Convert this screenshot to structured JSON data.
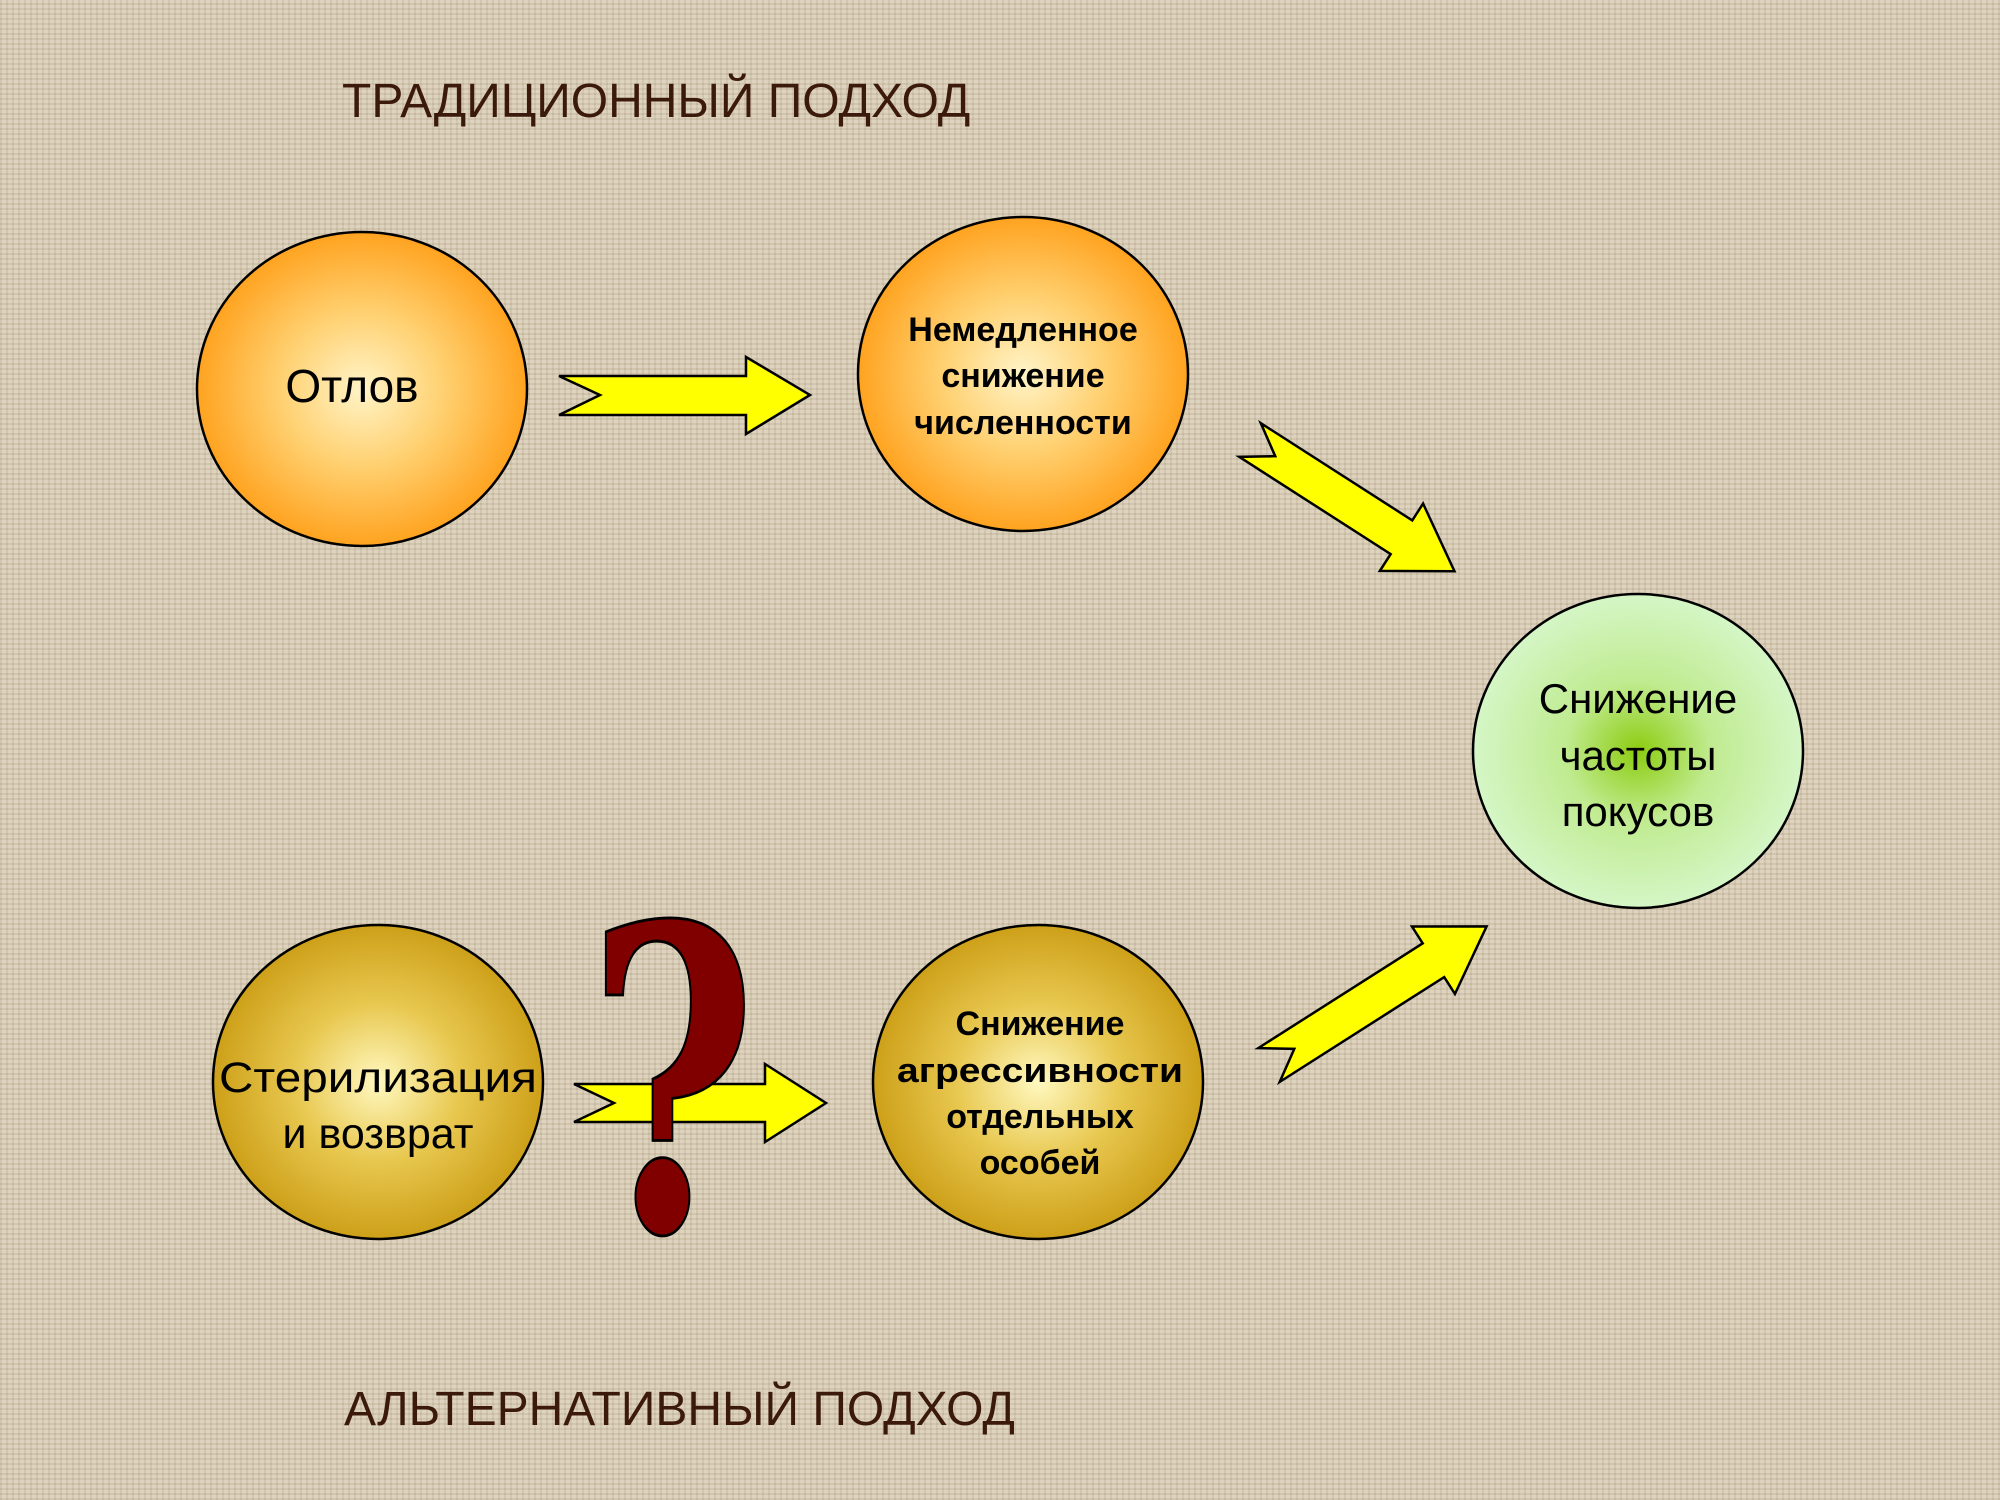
{
  "titles": {
    "traditional": "ТРАДИЦИОННЫЙ ПОДХОД",
    "alternative": "АЛЬТЕРНАТИВНЫЙ ПОДХОД"
  },
  "nodes": {
    "catching": {
      "lines": [
        "Отлов"
      ]
    },
    "immediate_reduction": {
      "lines": [
        "Немедленное",
        "снижение",
        "численности"
      ]
    },
    "bite_reduction": {
      "lines": [
        "Снижение",
        "частоты",
        "покусов"
      ]
    },
    "sterilization": {
      "lines": [
        "Стерилизация",
        "и возврат"
      ]
    },
    "aggression_reduction": {
      "lines": [
        "Снижение",
        "агрессивности",
        "отдельных",
        "особей"
      ]
    }
  },
  "question_mark": "?",
  "colors": {
    "arrow": "#ffff00",
    "question": "#800000",
    "title": "#3b1a0c"
  }
}
